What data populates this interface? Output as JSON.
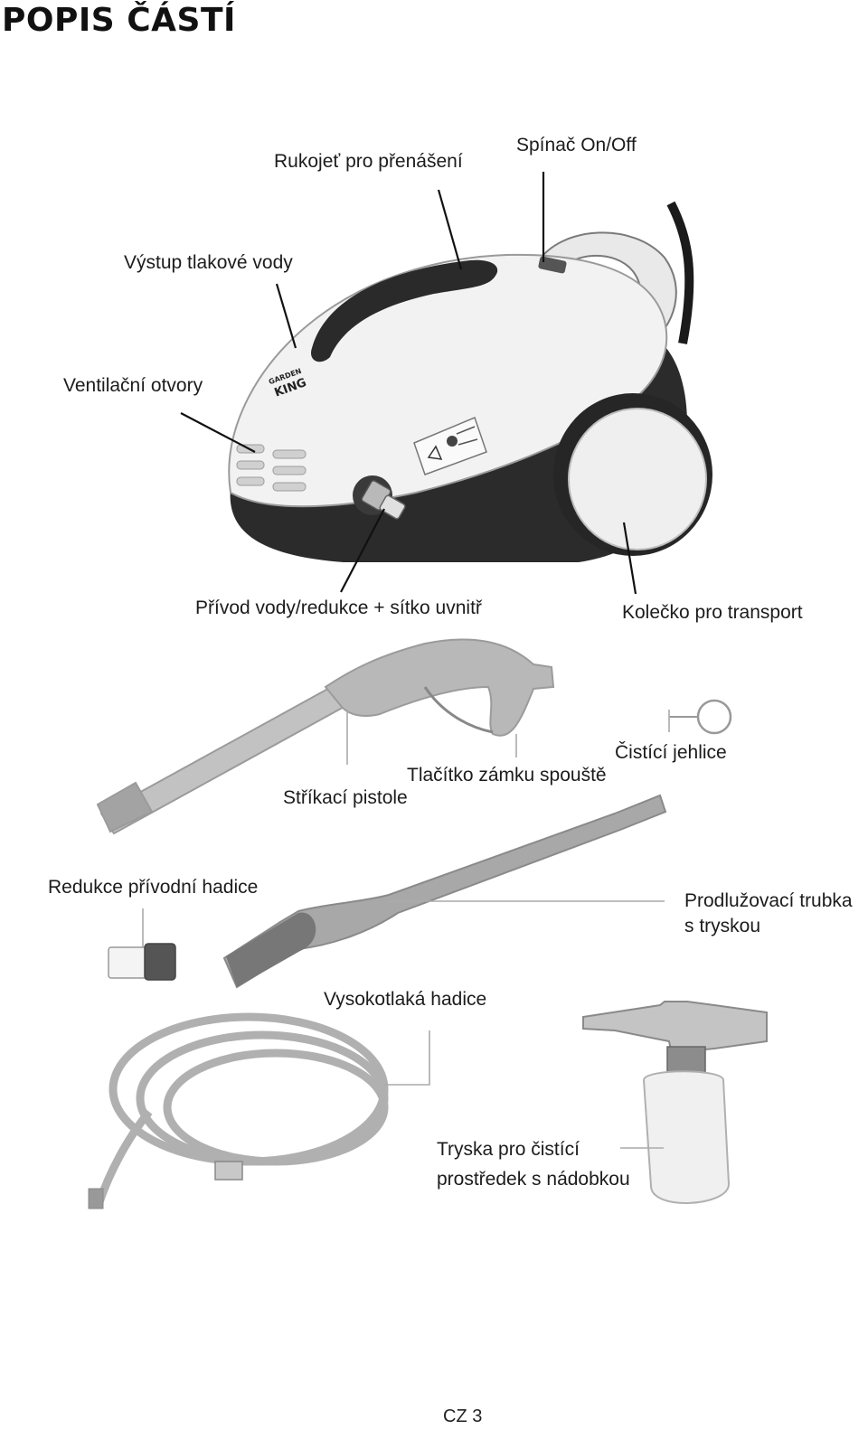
{
  "page": {
    "title": "POPIS ČÁSTÍ",
    "footer": "CZ 3"
  },
  "labels": {
    "carry_handle": "Rukojeť pro přenášení",
    "on_off_switch": "Spínač On/Off",
    "pressure_outlet": "Výstup tlakové vody",
    "vents": "Ventilační otvory",
    "water_inlet": "Přívod vody/redukce + sítko uvnitř",
    "transport_wheel": "Kolečko pro transport",
    "cleaning_needle": "Čistící jehlice",
    "trigger_lock": "Tlačítko zámku spouště",
    "spray_gun": "Stříkací pistole",
    "inlet_adapter": "Redukce přívodní hadice",
    "extension_lance": "Prodlužovací trubka\ns tryskou",
    "high_pressure_hose": "Vysokotlaká hadice",
    "detergent_nozzle": "Tryska pro čistící\nprostředek s nádobkou"
  },
  "logo_text": "GARDEN KING"
}
